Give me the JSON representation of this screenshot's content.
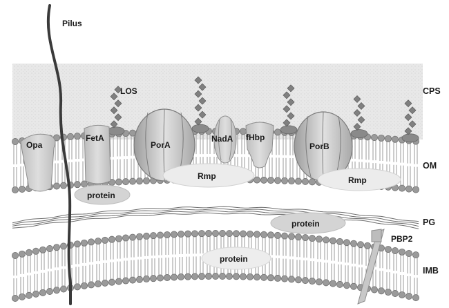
{
  "labels": {
    "pilus": "Pilus",
    "los": "LOS",
    "cps": "CPS",
    "om": "OM",
    "pg": "PG",
    "pbp2": "PBP2",
    "imb": "IMB",
    "opa": "Opa",
    "feta": "FetA",
    "pora": "PorA",
    "nada": "NadA",
    "fhbp": "fHbp",
    "porb": "PorB",
    "rmp_left": "Rmp",
    "rmp_right": "Rmp",
    "protein_om": "protein",
    "protein_pg": "protein",
    "protein_imb": "protein"
  },
  "colors": {
    "capsule": "#e6e6e6",
    "head": "#9a9a9a",
    "lipid": "#cdcdcd",
    "protein": "#d0d0d0",
    "ellipse": "#e9e9e9",
    "pilus": "#3a3a3a",
    "los": "#808080"
  }
}
